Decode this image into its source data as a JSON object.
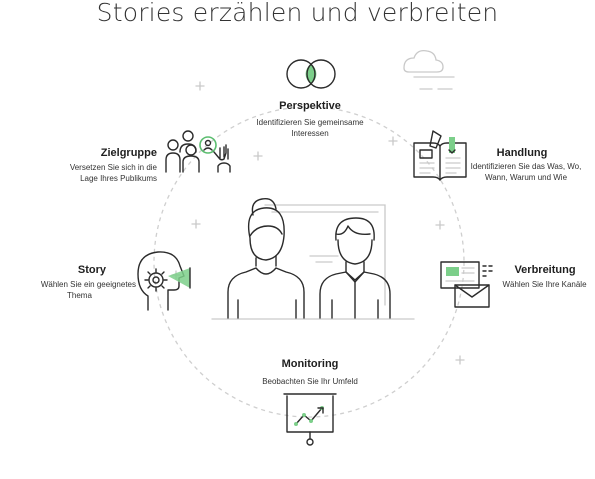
{
  "title": "Stories erzählen und verbreiten",
  "nodes": {
    "perspektive": {
      "title": "Perspektive",
      "desc1": "Identifizieren Sie gemeinsame",
      "desc2": "Interessen"
    },
    "handlung": {
      "title": "Handlung",
      "desc1": "Identifizieren Sie das Was, Wo,",
      "desc2": "Wann, Warum und Wie"
    },
    "verbreitung": {
      "title": "Verbreitung",
      "desc1": "Wählen Sie Ihre Kanäle"
    },
    "monitoring": {
      "title": "Monitoring",
      "desc1": "Beobachten Sie Ihr Umfeld"
    },
    "story": {
      "title": "Story",
      "desc1": "Wählen Sie ein geeignetes",
      "desc2": "Thema"
    },
    "zielgruppe": {
      "title": "Zielgruppe",
      "desc1": "Versetzen Sie sich in die",
      "desc2": "Lage Ihres Publikums"
    }
  },
  "colors": {
    "accent": "#7ccf8a",
    "line": "#2b2b2b",
    "light": "#c9c9c9"
  },
  "icons": [
    "venn-icon",
    "book-icon",
    "mail-icon",
    "presentation-chart-icon",
    "head-gear-icon",
    "audience-icon",
    "cloud-icon",
    "people-icon"
  ]
}
